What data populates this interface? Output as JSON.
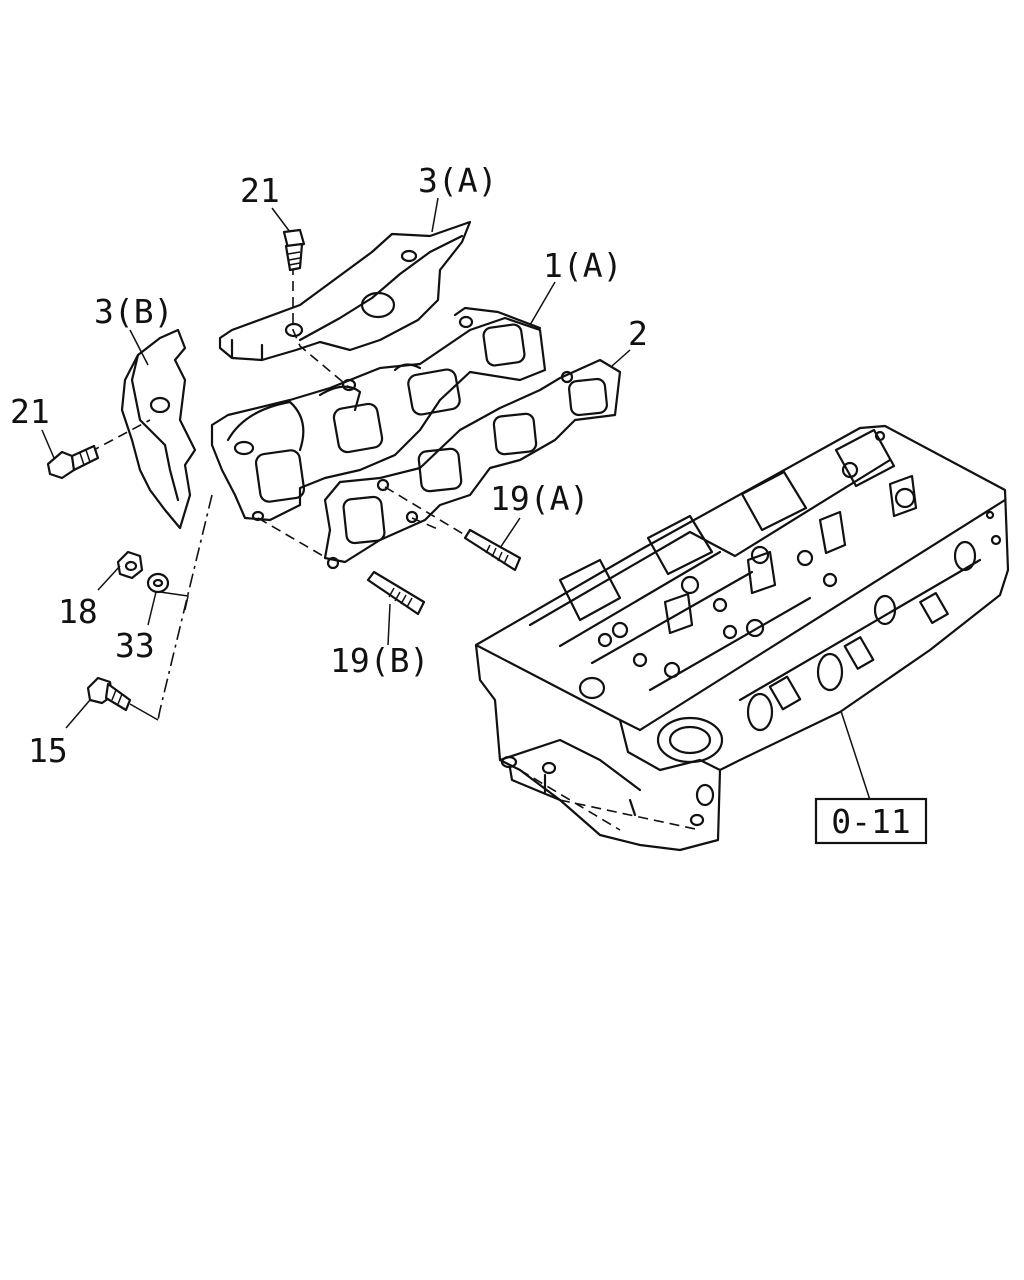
{
  "diagram": {
    "callouts": {
      "c21_top": "21",
      "c3a": "3(A)",
      "c1a": "1(A)",
      "c2": "2",
      "c3b": "3(B)",
      "c21_left": "21",
      "c19a": "19(A)",
      "c18": "18",
      "c33": "33",
      "c19b": "19(B)",
      "c15": "15",
      "ref": "0-11"
    }
  }
}
